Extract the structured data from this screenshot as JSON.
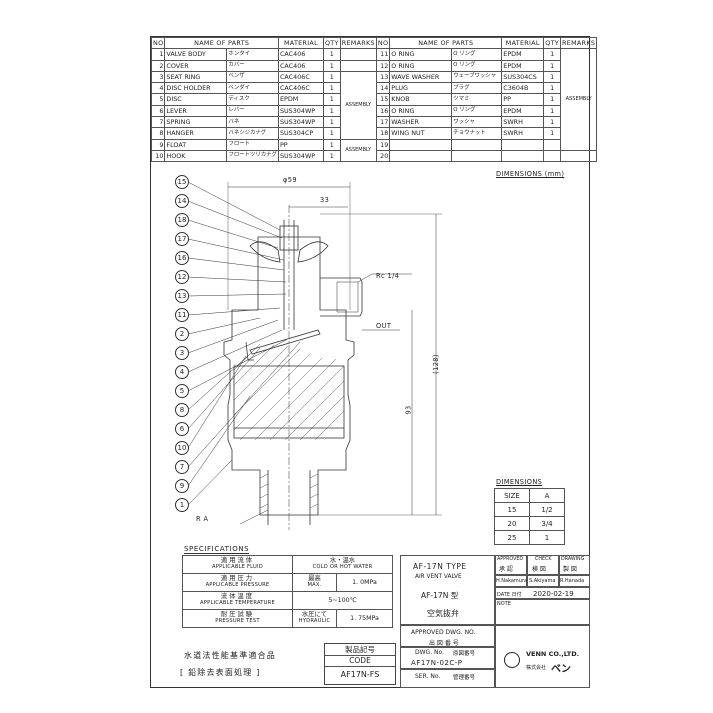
{
  "parts_header": {
    "no": "NO",
    "name": "NAME OF PARTS",
    "material": "MATERIAL",
    "qty": "QTY",
    "remarks": "REMARKS"
  },
  "parts_left": [
    {
      "no": "1",
      "name": "VALVE BODY",
      "jp": "ホンタイ",
      "material": "CAC406",
      "qty": "1"
    },
    {
      "no": "2",
      "name": "COVER",
      "jp": "カバー",
      "material": "CAC406",
      "qty": "1"
    },
    {
      "no": "3",
      "name": "SEAT RING",
      "jp": "ベンザ",
      "material": "CAC406C",
      "qty": "1"
    },
    {
      "no": "4",
      "name": "DISC HOLDER",
      "jp": "ベンダイ",
      "material": "CAC406C",
      "qty": "1"
    },
    {
      "no": "5",
      "name": "DISC",
      "jp": "ディスク",
      "material": "EPDM",
      "qty": "1"
    },
    {
      "no": "6",
      "name": "LEVER",
      "jp": "レバー",
      "material": "SUS304WP",
      "qty": "1"
    },
    {
      "no": "7",
      "name": "SPRING",
      "jp": "バネ",
      "material": "SUS304WP",
      "qty": "1"
    },
    {
      "no": "8",
      "name": "HANGER",
      "jp": "バネシジカナグ",
      "material": "SUS304CP",
      "qty": "1"
    },
    {
      "no": "9",
      "name": "FLOAT",
      "jp": "フロート",
      "material": "PP",
      "qty": "1"
    },
    {
      "no": "10",
      "name": "HOOK",
      "jp": "フロートツリカナグ",
      "material": "SUS304WP",
      "qty": "1"
    }
  ],
  "parts_right": [
    {
      "no": "11",
      "name": "O RING",
      "jp": "O リング",
      "material": "EPDM",
      "qty": "1"
    },
    {
      "no": "12",
      "name": "O RING",
      "jp": "O リング",
      "material": "EPDM",
      "qty": "1"
    },
    {
      "no": "13",
      "name": "WAVE WASHER",
      "jp": "ウェーブワッシャ",
      "material": "SUS304CS",
      "qty": "1"
    },
    {
      "no": "14",
      "name": "PLUG",
      "jp": "プラグ",
      "material": "C3604B",
      "qty": "1"
    },
    {
      "no": "15",
      "name": "KNOB",
      "jp": "ツマミ",
      "material": "PP",
      "qty": "1"
    },
    {
      "no": "16",
      "name": "O RING",
      "jp": "O リング",
      "material": "EPDM",
      "qty": "1"
    },
    {
      "no": "17",
      "name": "WASHER",
      "jp": "ワッシャ",
      "material": "SWRH",
      "qty": "1"
    },
    {
      "no": "18",
      "name": "WING NUT",
      "jp": "チョウナット",
      "material": "SWRH",
      "qty": "1"
    },
    {
      "no": "19",
      "name": "",
      "jp": "",
      "material": "",
      "qty": ""
    },
    {
      "no": "20",
      "name": "",
      "jp": "",
      "material": "",
      "qty": ""
    }
  ],
  "remarks": {
    "assembly": "ASSEMBLY"
  },
  "drawing": {
    "dimensions_label": "DIMENSIONS (mm)",
    "dim_59": "φ59",
    "dim_33": "33",
    "dim_128": "(128)",
    "dim_93": "93",
    "thread_top": "Rc 1/4",
    "out_label": "OUT",
    "thread_bottom": "R A",
    "balloons_top": [
      "15",
      "14",
      "18",
      "17",
      "16",
      "12",
      "13",
      "11",
      "2",
      "3",
      "4",
      "5",
      "8",
      "6",
      "10",
      "7",
      "9",
      "1"
    ]
  },
  "dimensions_table": {
    "title": "DIMENSIONS",
    "header": [
      "SIZE",
      "A"
    ],
    "rows": [
      [
        "15",
        "1/2"
      ],
      [
        "20",
        "3/4"
      ],
      [
        "25",
        "1"
      ]
    ]
  },
  "specifications": {
    "title": "SPECIFICATIONS",
    "rows": [
      {
        "jp": "適用流体",
        "en": "APPLICABLE FLUID",
        "val_jp": "水・温水",
        "val_en": "COLD OR HOT WATER",
        "value": ""
      },
      {
        "jp": "適用圧力",
        "en": "APPLICABLE PRESSURE",
        "val_jp": "最高",
        "val_en": "MAX.",
        "value": "1. 0MPa"
      },
      {
        "jp": "流体温度",
        "en": "APPLICABLE TEMPERATURE",
        "val_jp": "",
        "val_en": "",
        "value": "5~100℃"
      },
      {
        "jp": "耐圧試験",
        "en": "PRESSURE TEST",
        "val_jp": "水圧にて",
        "val_en": "HYDRAULIC",
        "value": "1. 75MPa"
      }
    ]
  },
  "left_notes": {
    "line1": "水道法性能基準適合品",
    "line2": "[ 鉛除去表面処理 ]"
  },
  "code_box": {
    "jp": "製品記号",
    "en": "CODE",
    "value": "AF17N-FS"
  },
  "title_block": {
    "type": "AF-17N TYPE",
    "type_en": "AIR VENT VALVE",
    "type_jp": "AF-17N 型",
    "name_jp": "空気抜弁",
    "approved": "APPROVED",
    "approved_jp": "承 認",
    "check": "CHECK",
    "check_jp": "検 図",
    "drawing": "DRAWING",
    "drawing_jp": "製 図",
    "approver": "H.Nakamura",
    "checker": "S.Akiyama",
    "drawer": "R.Hanada",
    "date_label": "DATE 日付",
    "date": "2020-02-19",
    "note": "NOTE",
    "approved_dwg": "APPROVED DWG. NO.",
    "approved_dwg_jp": "出 図 番 号",
    "dwg_no": "DWG. No.",
    "dwg_no_jp": "原図番号",
    "dwg_value": "AF17N-02C-P",
    "ser_no": "SER. No.",
    "ser_no_jp": "管理番号",
    "company": "VENN CO.,LTD.",
    "company_jp": "株式会社",
    "company_logo": "ベン"
  }
}
